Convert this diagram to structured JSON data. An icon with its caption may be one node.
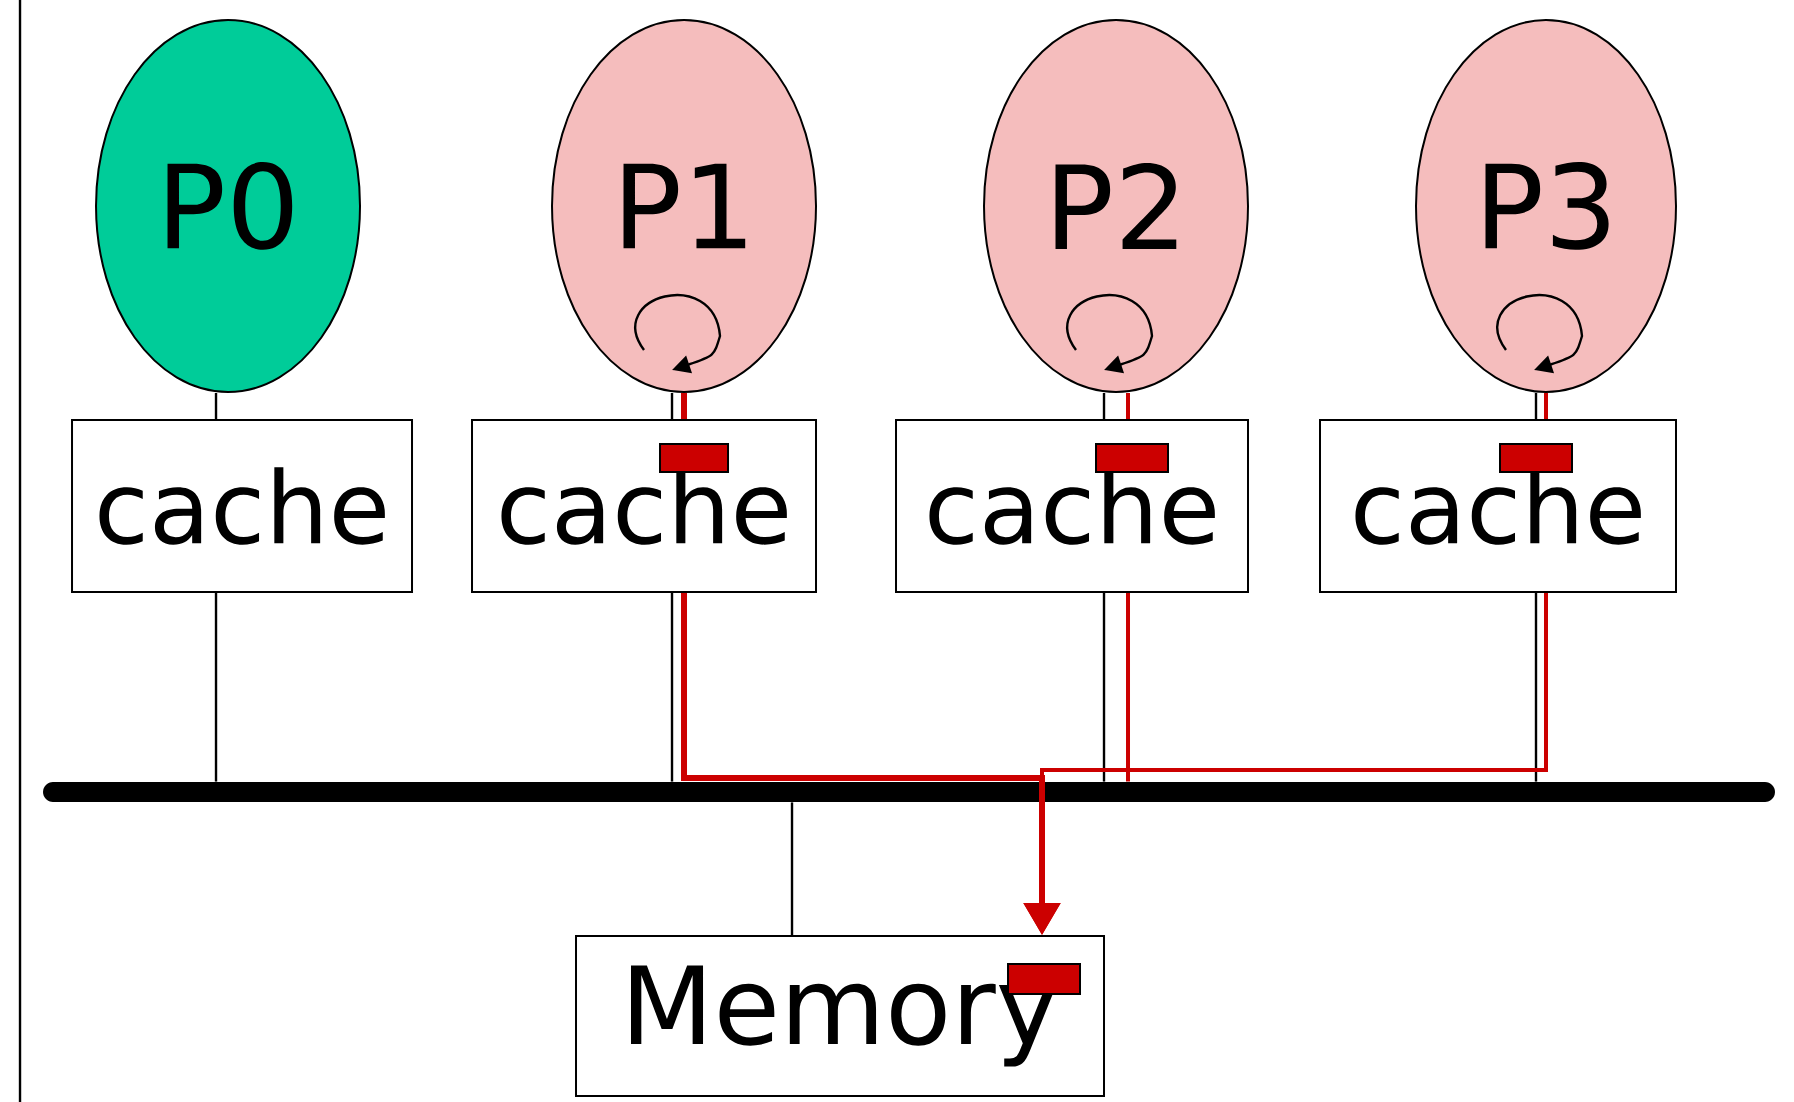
{
  "diagram": {
    "nodes": [
      {
        "text": [
          "P0"
        ]
      },
      {
        "text": [
          "P1"
        ]
      },
      {
        "text": [
          "P2"
        ]
      },
      {
        "text": [
          "P3"
        ]
      },
      {
        "text": [
          "cache"
        ]
      },
      {
        "text": [
          "cache"
        ]
      },
      {
        "text": [
          "cache"
        ]
      },
      {
        "text": [
          "cache"
        ]
      },
      {
        "text": [],
        "shape": "bar"
      },
      {
        "text": [
          "Memory"
        ]
      }
    ],
    "edges": [
      {
        "from": 0,
        "to": 4,
        "arrow": "none"
      },
      {
        "from": 1,
        "to": 5,
        "arrow": "none"
      },
      {
        "from": 2,
        "to": 6,
        "arrow": "none"
      },
      {
        "from": 3,
        "to": 7,
        "arrow": "none"
      },
      {
        "from": 4,
        "to": 8,
        "arrow": "none"
      },
      {
        "from": 5,
        "to": 8,
        "arrow": "none"
      },
      {
        "from": 6,
        "to": 8,
        "arrow": "none"
      },
      {
        "from": 7,
        "to": 8,
        "arrow": "none"
      },
      {
        "from": 8,
        "to": 9,
        "arrow": "none"
      },
      {
        "from": 1,
        "to": 5,
        "arrow": "none",
        "style": "thick",
        "color": "#cc0000"
      },
      {
        "from": 5,
        "to": 9,
        "arrow": "to",
        "style": "thick",
        "color": "#cc0000"
      },
      {
        "from": 3,
        "to": 7,
        "arrow": "none",
        "color": "#cc0000"
      },
      {
        "from": 7,
        "to": 9,
        "arrow": "to",
        "color": "#cc0000"
      },
      {
        "from": 2,
        "to": 6,
        "arrow": "none",
        "color": "#cc0000"
      },
      {
        "from": 6,
        "to": 8,
        "arrow": "none",
        "color": "#cc0000"
      }
    ]
  }
}
